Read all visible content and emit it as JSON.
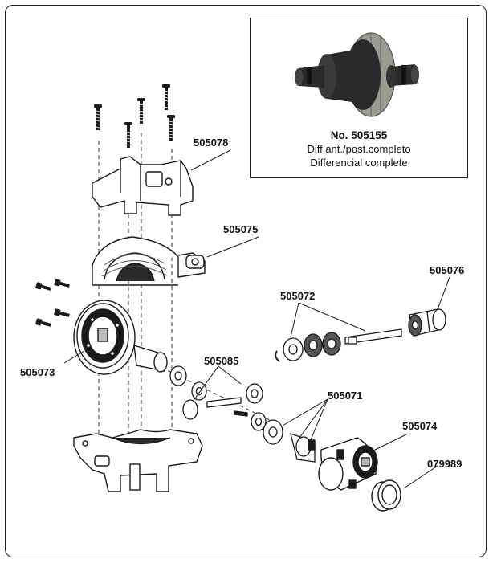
{
  "inset": {
    "number": "No. 505155",
    "line1": "Diff.ant./post.completo",
    "line2": "Differencial complete"
  },
  "labels": {
    "p505078": "505078",
    "p505075": "505075",
    "p505076": "505076",
    "p505072": "505072",
    "p505073": "505073",
    "p505085": "505085",
    "p505071": "505071",
    "p505074": "505074",
    "p079989": "079989"
  },
  "colors": {
    "line": "#1a1a1a",
    "part_dark": "#2a2a2a",
    "part_mid": "#8a8a8a",
    "part_light": "#e6e6e6",
    "gear": "#9b9b93"
  }
}
